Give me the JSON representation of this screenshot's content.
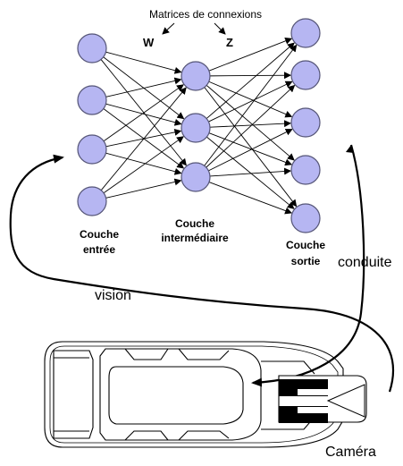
{
  "title": "Matrices de connexions",
  "matrix_w": "W",
  "matrix_z": "Z",
  "layers": {
    "input": {
      "line1": "Couche",
      "line2": "entrée",
      "count": 4
    },
    "hidden": {
      "line1": "Couche",
      "line2": "intermédiaire",
      "count": 3
    },
    "output": {
      "line1": "Couche",
      "line2": "sortie",
      "count": 5
    }
  },
  "labels": {
    "vision": "vision",
    "conduite": "conduite",
    "camera": "Caméra"
  },
  "colors": {
    "neuron_fill": "#b6b6f2",
    "neuron_stroke": "#555577",
    "line": "#000000"
  }
}
